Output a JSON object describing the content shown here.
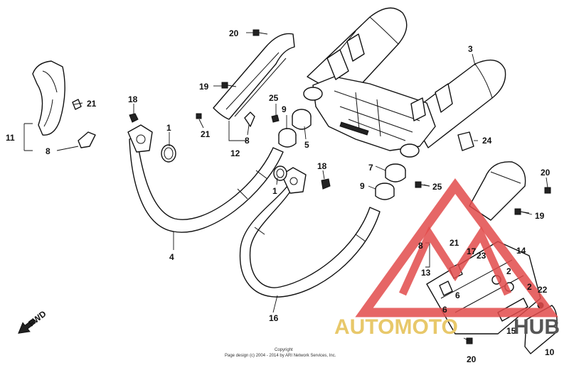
{
  "diagram": {
    "callouts": [
      {
        "id": "c1",
        "label": "1"
      },
      {
        "id": "c1b",
        "label": "1"
      },
      {
        "id": "c2",
        "label": "2"
      },
      {
        "id": "c2b",
        "label": "2"
      },
      {
        "id": "c3",
        "label": "3"
      },
      {
        "id": "c4",
        "label": "4"
      },
      {
        "id": "c5",
        "label": "5"
      },
      {
        "id": "c6",
        "label": "6"
      },
      {
        "id": "c6b",
        "label": "6"
      },
      {
        "id": "c7",
        "label": "7"
      },
      {
        "id": "c8",
        "label": "8"
      },
      {
        "id": "c8b",
        "label": "8"
      },
      {
        "id": "c8c",
        "label": "8"
      },
      {
        "id": "c9",
        "label": "9"
      },
      {
        "id": "c9b",
        "label": "9"
      },
      {
        "id": "c10",
        "label": "10"
      },
      {
        "id": "c11",
        "label": "11"
      },
      {
        "id": "c12",
        "label": "12"
      },
      {
        "id": "c13",
        "label": "13"
      },
      {
        "id": "c14",
        "label": "14"
      },
      {
        "id": "c15",
        "label": "15"
      },
      {
        "id": "c16",
        "label": "16"
      },
      {
        "id": "c17",
        "label": "17"
      },
      {
        "id": "c18",
        "label": "18"
      },
      {
        "id": "c18b",
        "label": "18"
      },
      {
        "id": "c19",
        "label": "19"
      },
      {
        "id": "c19b",
        "label": "19"
      },
      {
        "id": "c20",
        "label": "20"
      },
      {
        "id": "c20b",
        "label": "20"
      },
      {
        "id": "c20c",
        "label": "20"
      },
      {
        "id": "c21",
        "label": "21"
      },
      {
        "id": "c21b",
        "label": "21"
      },
      {
        "id": "c21c",
        "label": "21"
      },
      {
        "id": "c22",
        "label": "22"
      },
      {
        "id": "c23",
        "label": "23"
      },
      {
        "id": "c24",
        "label": "24"
      },
      {
        "id": "c25",
        "label": "25"
      },
      {
        "id": "c25b",
        "label": "25"
      }
    ],
    "fwd_label": "FWD",
    "copyright_line1": "Copyright",
    "copyright_line2": "Page design (c) 2004 - 2014 by ARI Network Services, Inc.",
    "watermark": {
      "part1": "AUTOMOTO",
      "part2": "HUB",
      "color_primary": "#e24b4b",
      "color_text1": "#e8c86a",
      "color_text2": "#555555"
    }
  }
}
